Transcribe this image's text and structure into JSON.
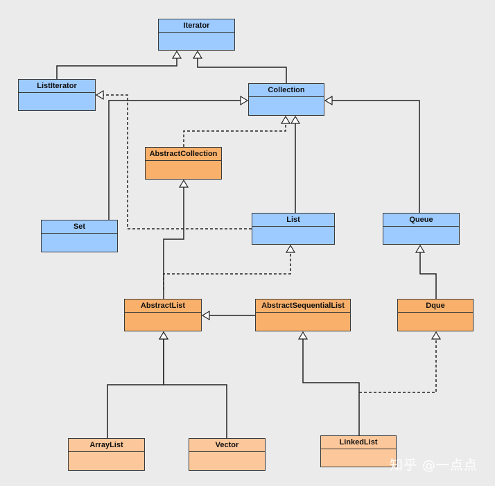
{
  "nodes": [
    {
      "id": "iterator",
      "label": "Iterator",
      "kind": "interface"
    },
    {
      "id": "listiterator",
      "label": "ListIterator",
      "kind": "interface"
    },
    {
      "id": "collection",
      "label": "Collection",
      "kind": "interface"
    },
    {
      "id": "abstractcollection",
      "label": "AbstractCollection",
      "kind": "abstract"
    },
    {
      "id": "set",
      "label": "Set",
      "kind": "interface"
    },
    {
      "id": "list",
      "label": "List",
      "kind": "interface"
    },
    {
      "id": "queue",
      "label": "Queue",
      "kind": "interface"
    },
    {
      "id": "abstractlist",
      "label": "AbstractList",
      "kind": "abstract"
    },
    {
      "id": "abstractsequentiallist",
      "label": "AbstractSequentialList",
      "kind": "abstract"
    },
    {
      "id": "dque",
      "label": "Dque",
      "kind": "abstract"
    },
    {
      "id": "arraylist",
      "label": "ArrayList",
      "kind": "class"
    },
    {
      "id": "vector",
      "label": "Vector",
      "kind": "class"
    },
    {
      "id": "linkedlist",
      "label": "LinkedList",
      "kind": "class"
    }
  ],
  "edges": [
    {
      "from": "listiterator",
      "to": "iterator",
      "style": "solid"
    },
    {
      "from": "collection",
      "to": "iterator",
      "style": "solid"
    },
    {
      "from": "list",
      "to": "listiterator",
      "style": "dashed"
    },
    {
      "from": "set",
      "to": "collection",
      "style": "solid"
    },
    {
      "from": "abstractcollection",
      "to": "collection",
      "style": "dashed"
    },
    {
      "from": "list",
      "to": "collection",
      "style": "solid"
    },
    {
      "from": "queue",
      "to": "collection",
      "style": "solid"
    },
    {
      "from": "abstractlist",
      "to": "abstractcollection",
      "style": "solid"
    },
    {
      "from": "abstractlist",
      "to": "list",
      "style": "dashed"
    },
    {
      "from": "abstractsequentiallist",
      "to": "abstractlist",
      "style": "solid"
    },
    {
      "from": "dque",
      "to": "queue",
      "style": "solid"
    },
    {
      "from": "arraylist",
      "to": "abstractlist",
      "style": "solid"
    },
    {
      "from": "vector",
      "to": "abstractlist",
      "style": "solid"
    },
    {
      "from": "linkedlist",
      "to": "abstractsequentiallist",
      "style": "solid"
    },
    {
      "from": "linkedlist",
      "to": "dque",
      "style": "dashed"
    }
  ],
  "colors": {
    "interface": "#9dcbff",
    "abstract": "#f9b06a",
    "class": "#fcc79a",
    "line": "#222222",
    "background": "#ecebec"
  },
  "watermark": "知乎 @一点点"
}
